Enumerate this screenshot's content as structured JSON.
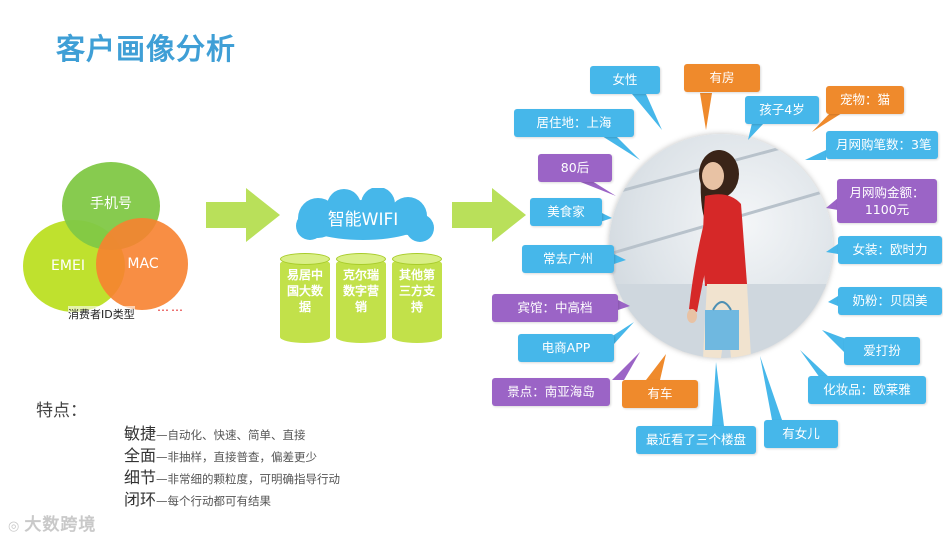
{
  "title": "客户画像分析",
  "id_types": {
    "circles": [
      "手机号",
      "EMEI",
      "MAC"
    ],
    "caption": "消费者ID类型",
    "dots": "……"
  },
  "wifi": {
    "label": "智能WIFI",
    "sources": [
      "易居中国大数据",
      "克尔瑞数字营销",
      "其他第三方支持"
    ]
  },
  "tags": [
    "女性",
    "有房",
    "孩子4岁",
    "宠物：猫",
    "居住地：上海",
    "月网购笔数：3笔",
    "80后",
    "月网购金额：1100元",
    "美食家",
    "女装：欧时力",
    "常去广州",
    "奶粉：贝因美",
    "宾馆：中高档",
    "电商APP",
    "爱打扮",
    "景点：南亚海岛",
    "有车",
    "化妆品：欧莱雅",
    "最近看了三个楼盘",
    "有女儿"
  ],
  "features": {
    "heading": "特点：",
    "items": [
      {
        "term": "敏捷",
        "desc": "—自动化、快速、简单、直接"
      },
      {
        "term": "全面",
        "desc": "—非抽样，直接普查，偏差更少"
      },
      {
        "term": "细节",
        "desc": "—非常细的颗粒度，可明确指导行动"
      },
      {
        "term": "闭环",
        "desc": "—每个行动都可有结果"
      }
    ]
  },
  "watermark": "大数跨境",
  "colors": {
    "title": "#3f9fd6",
    "green": "#81c846",
    "lime": "#bade1c",
    "orange": "#ef8a2c",
    "blue": "#46b7ea",
    "purple": "#9b64c6"
  }
}
